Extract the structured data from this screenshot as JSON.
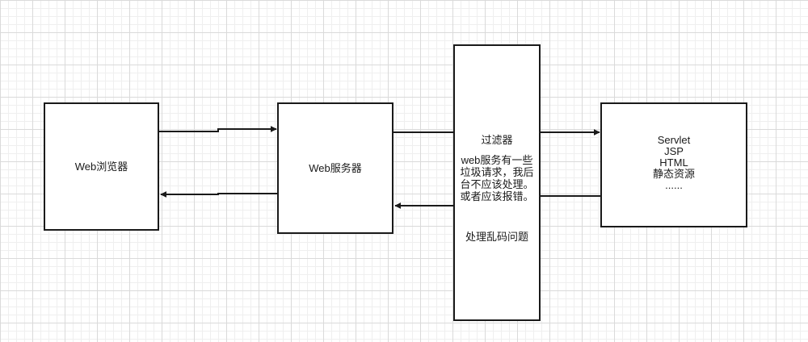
{
  "diagram": {
    "browser": {
      "label": "Web浏览器"
    },
    "server": {
      "label": "Web服务器"
    },
    "filter": {
      "title": "过滤器",
      "description_lines": [
        "web服务有一些",
        "垃圾请求，我后",
        "台不应该处理。",
        "或者应该报错。"
      ],
      "extra": "处理乱码问题"
    },
    "targets": {
      "items": [
        "Servlet",
        "JSP",
        "HTML",
        "静态资源",
        "......"
      ]
    }
  },
  "colors": {
    "stroke": "#1a1a1a",
    "background": "#ffffff",
    "grid_major": "#dadada",
    "grid_minor": "#efefef"
  }
}
